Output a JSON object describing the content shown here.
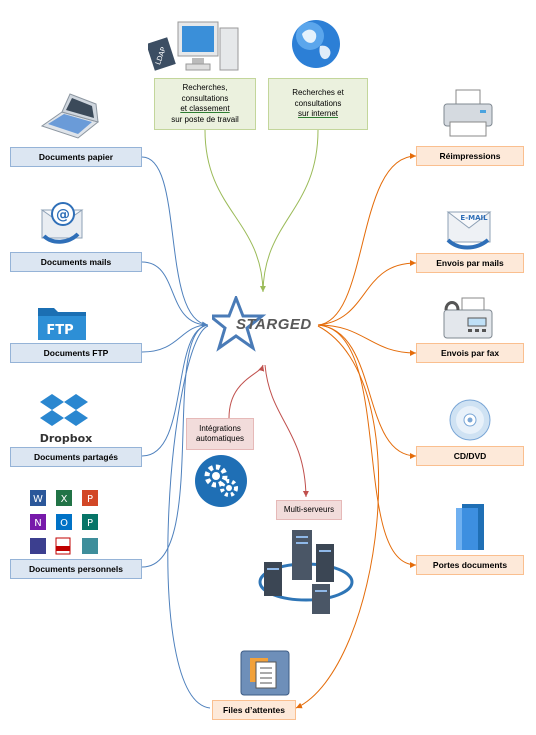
{
  "center": {
    "logo_text": "STARGED"
  },
  "left_sources": [
    {
      "label": "Documents papier"
    },
    {
      "label": "Documents mails"
    },
    {
      "label": "Documents FTP"
    },
    {
      "label": "Documents partagés"
    },
    {
      "label": "Documents personnels"
    }
  ],
  "right_outputs": [
    {
      "label": "Réimpressions"
    },
    {
      "label": "Envois par mails"
    },
    {
      "label": "Envois par fax"
    },
    {
      "label": "CD/DVD"
    },
    {
      "label": "Portes documents"
    }
  ],
  "top_consult": {
    "workstation": {
      "line1": "Recherches,",
      "line2": "consultations",
      "line3": "et classement",
      "line4": "sur poste de travail"
    },
    "internet": {
      "line1": "Recherches et",
      "line2": "consultations",
      "line3": "sur internet"
    }
  },
  "middle": {
    "integrations": {
      "line1": "Intégrations",
      "line2": "automatiques"
    },
    "multi": "Multi-serveurs",
    "queue": "Files d’attentes"
  },
  "icon_texts": {
    "ldap": "LDAP",
    "ftp": "FTP",
    "dropbox": "Dropbox",
    "email": "E-MAIL"
  },
  "colors": {
    "blue_line": "#4f81bd",
    "orange_line": "#e46c0a",
    "green_line": "#9bbb59",
    "red_line": "#c0504d"
  }
}
